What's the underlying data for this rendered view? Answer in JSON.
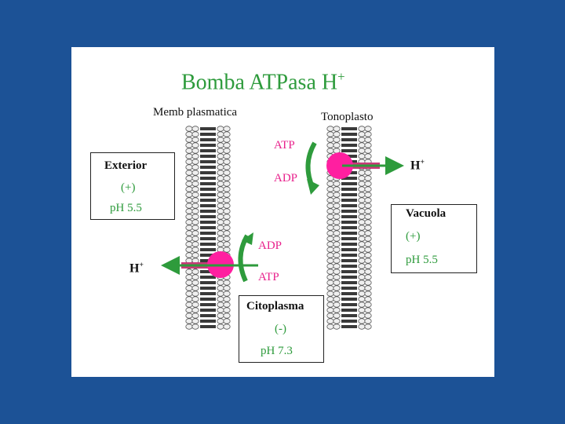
{
  "title": "Bomba ATPasa H",
  "title_sup": "+",
  "labels": {
    "memb_plasmatica": "Memb plasmatica",
    "tonoplasto": "Tonoplasto"
  },
  "pump_top": {
    "in_label": "ATP",
    "out_label": "ADP",
    "ion": "H",
    "ion_sup": "+"
  },
  "pump_bottom": {
    "in_label": "ATP",
    "out_label": "ADP",
    "ion": "H",
    "ion_sup": "+"
  },
  "boxes": {
    "exterior": {
      "name": "Exterior",
      "charge": "(+)",
      "ph": "pH 5.5"
    },
    "vacuola": {
      "name": "Vacuola",
      "charge": "(+)",
      "ph": "pH 5.5"
    },
    "citoplasma": {
      "name": "Citoplasma",
      "charge": "(-)",
      "ph": "pH 7.3"
    }
  },
  "colors": {
    "background": "#1c5296",
    "green": "#2e9b3c",
    "pink": "#e8218c",
    "pump": "#ff1fa0"
  }
}
